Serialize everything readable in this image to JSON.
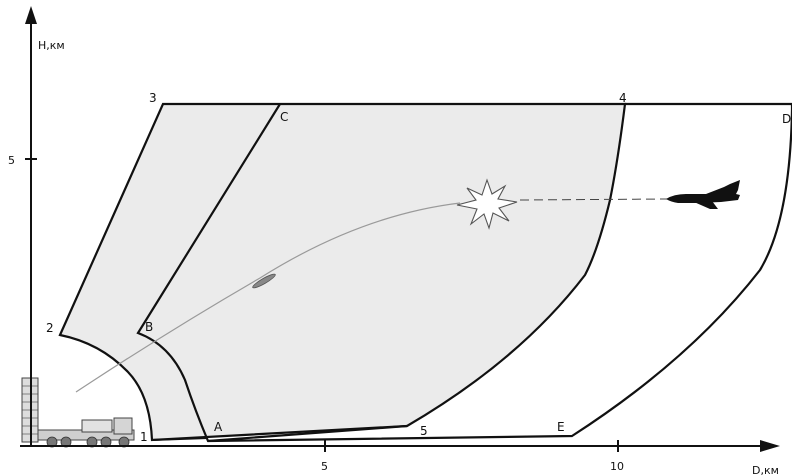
{
  "axes": {
    "y_label": "H,км",
    "x_label": "D,км",
    "y_ticks": [
      {
        "value": 5,
        "label": "5"
      }
    ],
    "x_ticks": [
      {
        "value": 5,
        "label": "5"
      },
      {
        "value": 10,
        "label": "10"
      }
    ]
  },
  "point_labels": {
    "p1": "1",
    "p2": "2",
    "p3": "3",
    "p4": "4",
    "p5": "5",
    "pA": "A",
    "pB": "B",
    "pC": "C",
    "pD": "D",
    "pE": "E"
  },
  "colors": {
    "zone_fill": "#ebebeb",
    "line": "#111111",
    "trajectory": "#9a9a9a",
    "background": "#ffffff"
  },
  "icons": {
    "launcher": "sam-launcher-vehicle-icon",
    "missile": "missile-icon",
    "explosion": "explosion-burst-icon",
    "aircraft": "fighter-jet-icon"
  }
}
